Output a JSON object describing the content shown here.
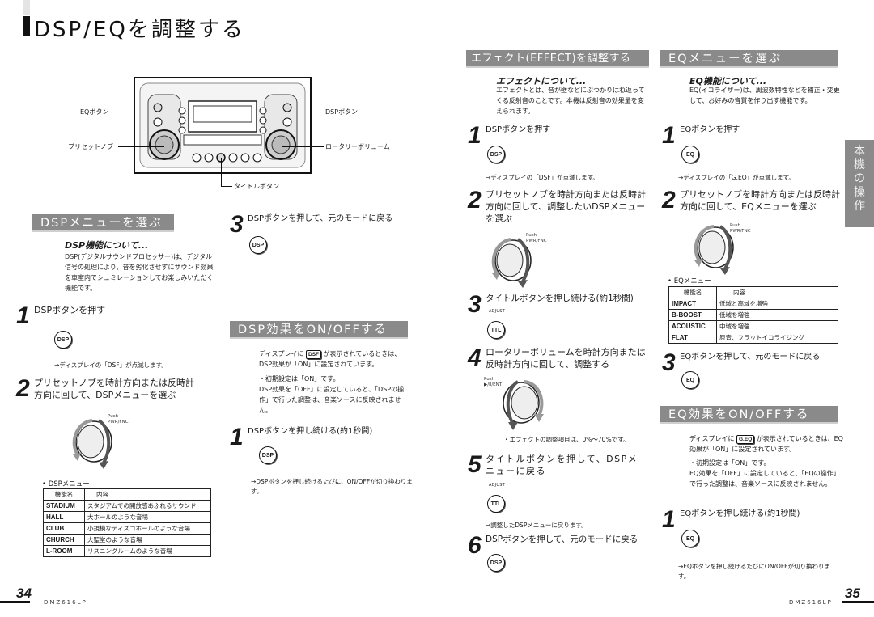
{
  "page_title": "DSP/EQを調整する",
  "device_figure": {
    "callouts": {
      "eq_button": "EQボタン",
      "preset_knob": "プリセットノブ",
      "dsp_button": "DSPボタン",
      "rotary_volume": "ロータリーボリューム",
      "title_button": "タイトルボタン"
    }
  },
  "dsp_menu_section": {
    "heading": "DSPメニューを選ぶ",
    "about_title": "DSP機能について...",
    "about_text": "DSP(デジタルサウンドプロセッサー)は、デジタル信号の処理により、音を劣化させずにサウンド効果を車室内でシュミレーションしてお楽しみいただく機能です。",
    "steps": [
      {
        "num": "1",
        "text": "DSPボタンを押す",
        "button": "DSP",
        "note": "→ディスプレイの「DSF」が点滅します。"
      },
      {
        "num": "2",
        "text": "プリセットノブを時計方向または反時計方向に回して、DSPメニューを選ぶ",
        "knob_label_small": "Push",
        "knob_label": "PWR/FNC"
      },
      {
        "num": "3",
        "text": "DSPボタンを押して、元のモードに戻る",
        "button": "DSP"
      }
    ],
    "menu_label": "• DSPメニュー",
    "menu_table": {
      "headers": [
        "機能名",
        "内容"
      ],
      "rows": [
        [
          "STADIUM",
          "スタジアムでの開放感あふれるサウンド"
        ],
        [
          "HALL",
          "大ホールのような音場"
        ],
        [
          "CLUB",
          "小規模なディスコホールのような音場"
        ],
        [
          "CHURCH",
          "大聖堂のような音場"
        ],
        [
          "L-ROOM",
          "リスニングルームのような音場"
        ]
      ]
    }
  },
  "dsp_onoff_section": {
    "heading": "DSP効果をON/OFFする",
    "text_pre": "ディスプレイに",
    "display_badge": "DSF",
    "text_post": "が表示されているときは、DSP効果が「ON」に設定されています。",
    "default_note": "・初期設定は「ON」です。",
    "off_note": "DSP効果を「OFF」に設定していると、「DSPの操作」で行った調整は、音楽ソースに反映されません。",
    "step": {
      "num": "1",
      "text": "DSPボタンを押し続ける(約1秒間)",
      "button": "DSP",
      "note": "→DSPボタンを押し続けるたびに、ON/OFFが切り換わります。"
    }
  },
  "effect_section": {
    "heading": "エフェクト(EFFECT)を調整する",
    "about_title": "エフェクトについて...",
    "about_text": "エフェクトとは、音が壁などにぶつかりはね返ってくる反射音のことです。本機は反射音の効果量を変えられます。",
    "steps": [
      {
        "num": "1",
        "text": "DSPボタンを押す",
        "button": "DSP",
        "note": "→ディスプレイの「DSF」が点滅します。"
      },
      {
        "num": "2",
        "text": "プリセットノブを時計方向または反時計方向に回して、調整したいDSPメニューを選ぶ",
        "knob_label_small": "Push",
        "knob_label": "PWR/FNC"
      },
      {
        "num": "3",
        "text": "タイトルボタンを押し続ける(約1秒間)",
        "button_caption": "ADJUST",
        "button": "TTL"
      },
      {
        "num": "4",
        "text": "ロータリーボリュームを時計方向または反時計方向に回して、調整する",
        "knob_label_small": "Push",
        "knob_label": "▶/II/ENT",
        "note": "・エフェクトの調整項目は、0%～70%です。"
      },
      {
        "num": "5",
        "text": "タイトルボタンを押して、DSPメニューに戻る",
        "button_caption": "ADJUST",
        "button": "TTL",
        "note": "→調整したDSPメニューに戻ります。"
      },
      {
        "num": "6",
        "text": "DSPボタンを押して、元のモードに戻る",
        "button": "DSP"
      }
    ]
  },
  "eq_menu_section": {
    "heading": "EQメニューを選ぶ",
    "about_title": "EQ機能について...",
    "about_text": "EQ(イコライザー)は、周波数特性などを補正・変更して、お好みの音質を作り出す機能です。",
    "steps": [
      {
        "num": "1",
        "text": "EQボタンを押す",
        "button": "EQ",
        "note": "→ディスプレイの「G.EQ」が点滅します。"
      },
      {
        "num": "2",
        "text": "プリセットノブを時計方向または反時計方向に回して、EQメニューを選ぶ",
        "knob_label_small": "Push",
        "knob_label": "PWR/FNC"
      },
      {
        "num": "3",
        "text": "EQボタンを押して、元のモードに戻る",
        "button": "EQ"
      }
    ],
    "menu_label": "• EQメニュー",
    "menu_table": {
      "headers": [
        "機能名",
        "内容"
      ],
      "rows": [
        [
          "IMPACT",
          "低域と高域を増強"
        ],
        [
          "B-BOOST",
          "低域を増強"
        ],
        [
          "ACOUSTIC",
          "中域を増強"
        ],
        [
          "FLAT",
          "原音、フラットイコライジング"
        ]
      ]
    }
  },
  "eq_onoff_section": {
    "heading": "EQ効果をON/OFFする",
    "text_pre": "ディスプレイに",
    "display_badge": "G.EQ",
    "text_post": "が表示されているときは、EQ効果が「ON」に設定されています。",
    "default_note": "・初期設定は「ON」です。",
    "off_note": "EQ効果を「OFF」に設定していると、「EQの操作」で行った調整は、音楽ソースに反映されません。",
    "step": {
      "num": "1",
      "text": "EQボタンを押し続ける(約1秒間)",
      "button": "EQ",
      "note": "→EQボタンを押し続けるたびにON/OFFが切り換わります。"
    }
  },
  "side_tab": "本機の操作",
  "footer": {
    "left_page": "34",
    "right_page": "35",
    "model": "DMZ616LP"
  }
}
